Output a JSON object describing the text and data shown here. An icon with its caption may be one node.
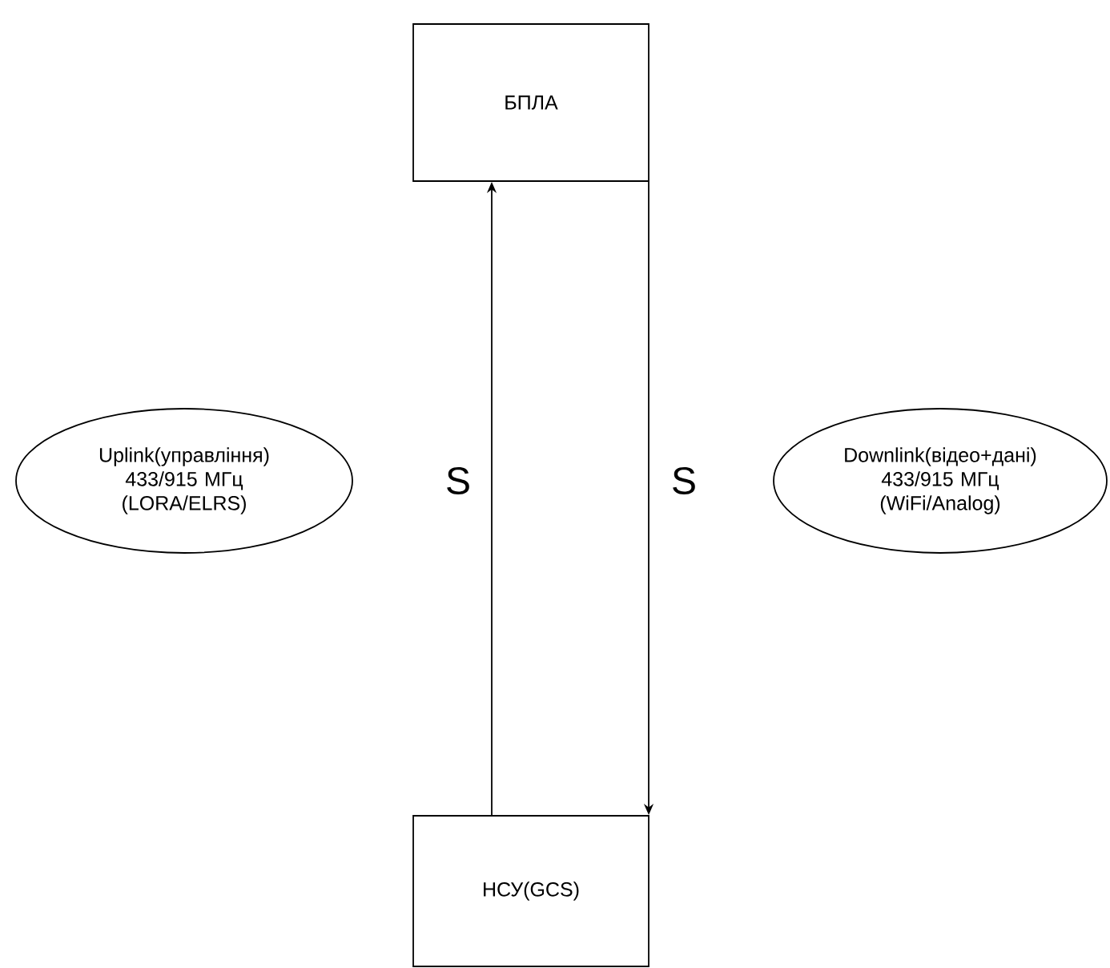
{
  "diagram": {
    "nodes": [
      {
        "text": [
          "БПЛА"
        ]
      },
      {
        "text": [
          "Uplink(управління) 433/915 МГц (LORA/ELRS)"
        ]
      },
      {
        "text": [
          "Downlink(відео+дані) 433/915 МГц (WiFi/Analog)"
        ]
      },
      {
        "text": [
          "НСУ(GCS)"
        ]
      }
    ],
    "edges": [
      {
        "from": 3,
        "to": 0,
        "arrow": "to",
        "label": "S"
      },
      {
        "from": 0,
        "to": 3,
        "arrow": "to",
        "label": "S"
      }
    ]
  }
}
